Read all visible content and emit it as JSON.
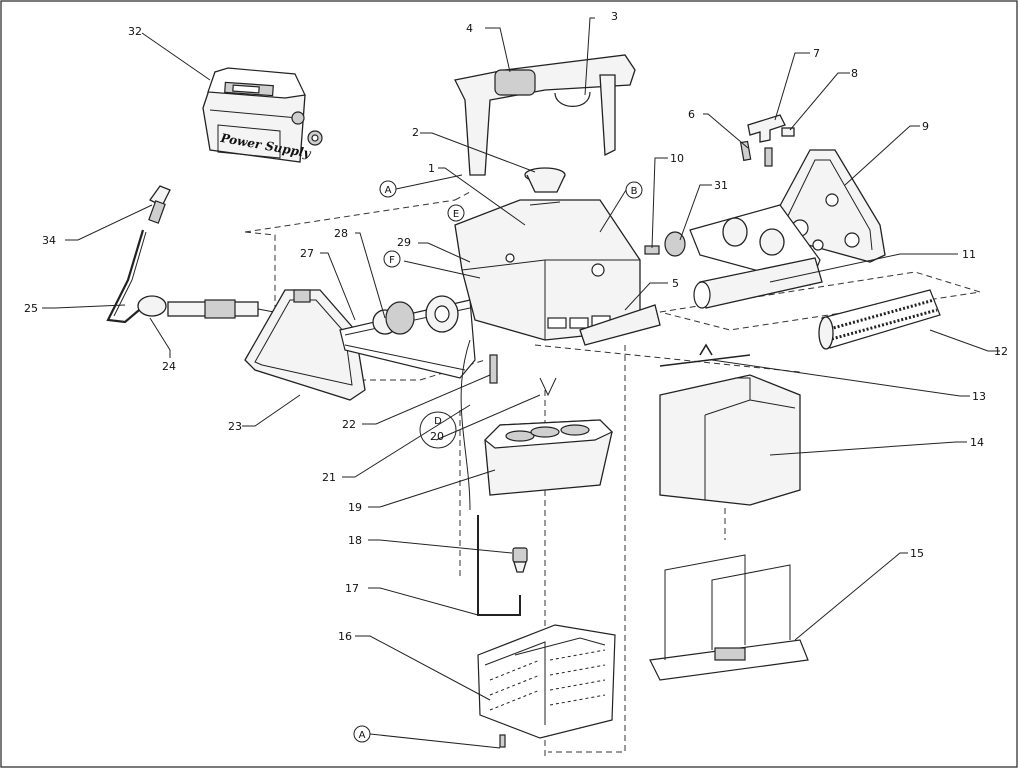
{
  "diagram": {
    "power_supply_text": "Power Supply",
    "callouts": {
      "c1": "1",
      "c2": "2",
      "c3": "3",
      "c4": "4",
      "c5": "5",
      "c6": "6",
      "c7": "7",
      "c8": "8",
      "c9": "9",
      "c10": "10",
      "c11": "11",
      "c12": "12",
      "c13": "13",
      "c14": "14",
      "c15": "15",
      "c16": "16",
      "c17": "17",
      "c18": "18",
      "c19": "19",
      "c20": "20",
      "c21": "21",
      "c22": "22",
      "c23": "23",
      "c24": "24",
      "c25": "25",
      "c27": "27",
      "c28": "28",
      "c29": "29",
      "c31": "31",
      "c32": "32",
      "c34": "34"
    },
    "reference_tags": {
      "a_top": "A",
      "a_bottom": "A",
      "b": "B",
      "d": "D",
      "e": "E",
      "f": "F"
    }
  }
}
